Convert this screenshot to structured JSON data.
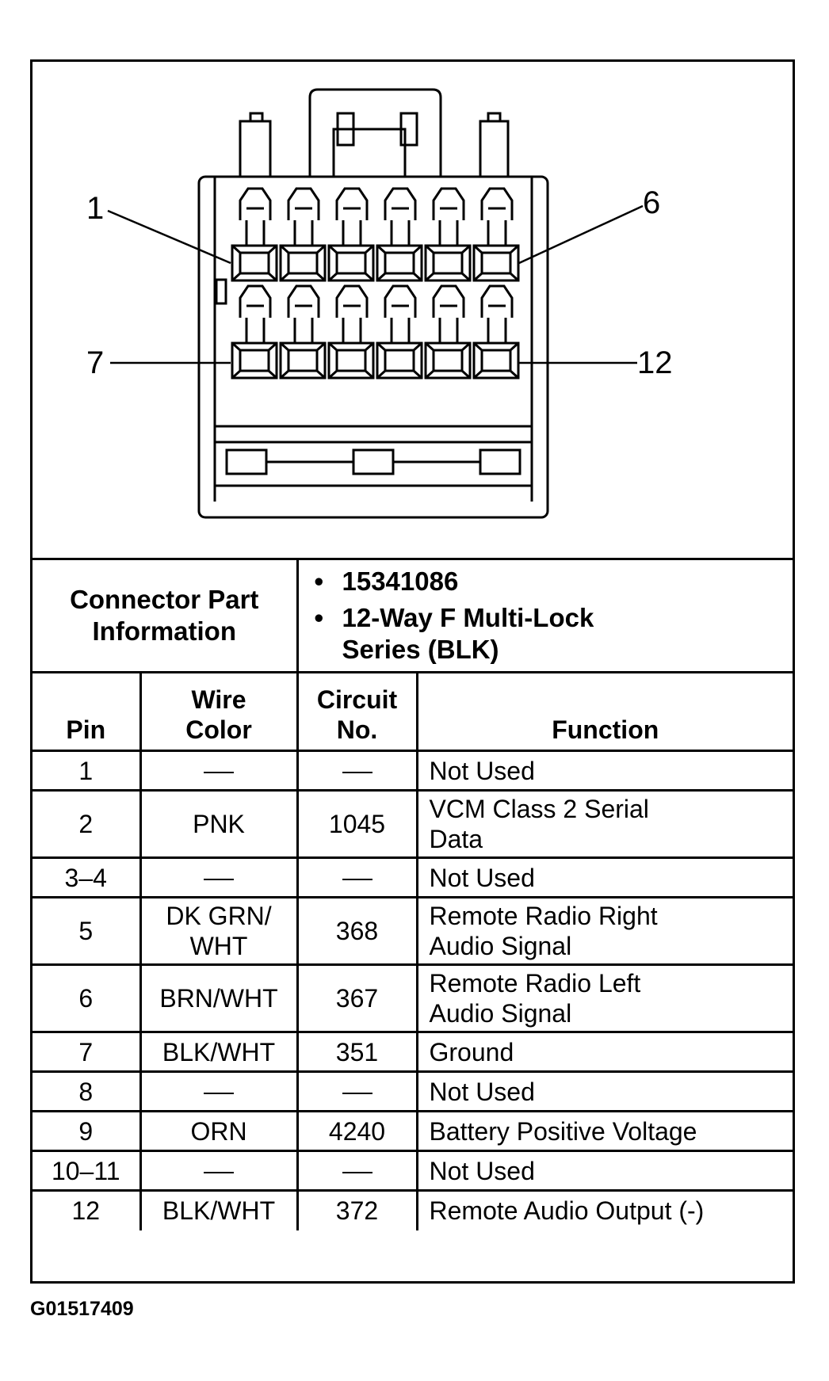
{
  "diagram": {
    "pin_labels": [
      "1",
      "6",
      "7",
      "12"
    ]
  },
  "connector_info": {
    "label": "Connector Part Information",
    "items": [
      "15341086",
      "12-Way F Multi-Lock Series (BLK)"
    ]
  },
  "table": {
    "headers": [
      "Pin",
      "Wire Color",
      "Circuit No.",
      "Function"
    ],
    "rows": [
      {
        "pin": "1",
        "wire": "—",
        "circuit": "—",
        "function": "Not Used"
      },
      {
        "pin": "2",
        "wire": "PNK",
        "circuit": "1045",
        "function": "VCM Class 2 Serial Data"
      },
      {
        "pin": "3–4",
        "wire": "—",
        "circuit": "—",
        "function": "Not Used"
      },
      {
        "pin": "5",
        "wire": "DK GRN/ WHT",
        "circuit": "368",
        "function": "Remote Radio Right Audio Signal"
      },
      {
        "pin": "6",
        "wire": "BRN/WHT",
        "circuit": "367",
        "function": "Remote Radio Left Audio Signal"
      },
      {
        "pin": "7",
        "wire": "BLK/WHT",
        "circuit": "351",
        "function": "Ground"
      },
      {
        "pin": "8",
        "wire": "—",
        "circuit": "—",
        "function": "Not Used"
      },
      {
        "pin": "9",
        "wire": "ORN",
        "circuit": "4240",
        "function": "Battery Positive Voltage"
      },
      {
        "pin": "10–11",
        "wire": "—",
        "circuit": "—",
        "function": "Not Used"
      },
      {
        "pin": "12",
        "wire": "BLK/WHT",
        "circuit": "372",
        "function": "Remote Audio Output (-)"
      }
    ]
  },
  "figure_code": "G01517409"
}
